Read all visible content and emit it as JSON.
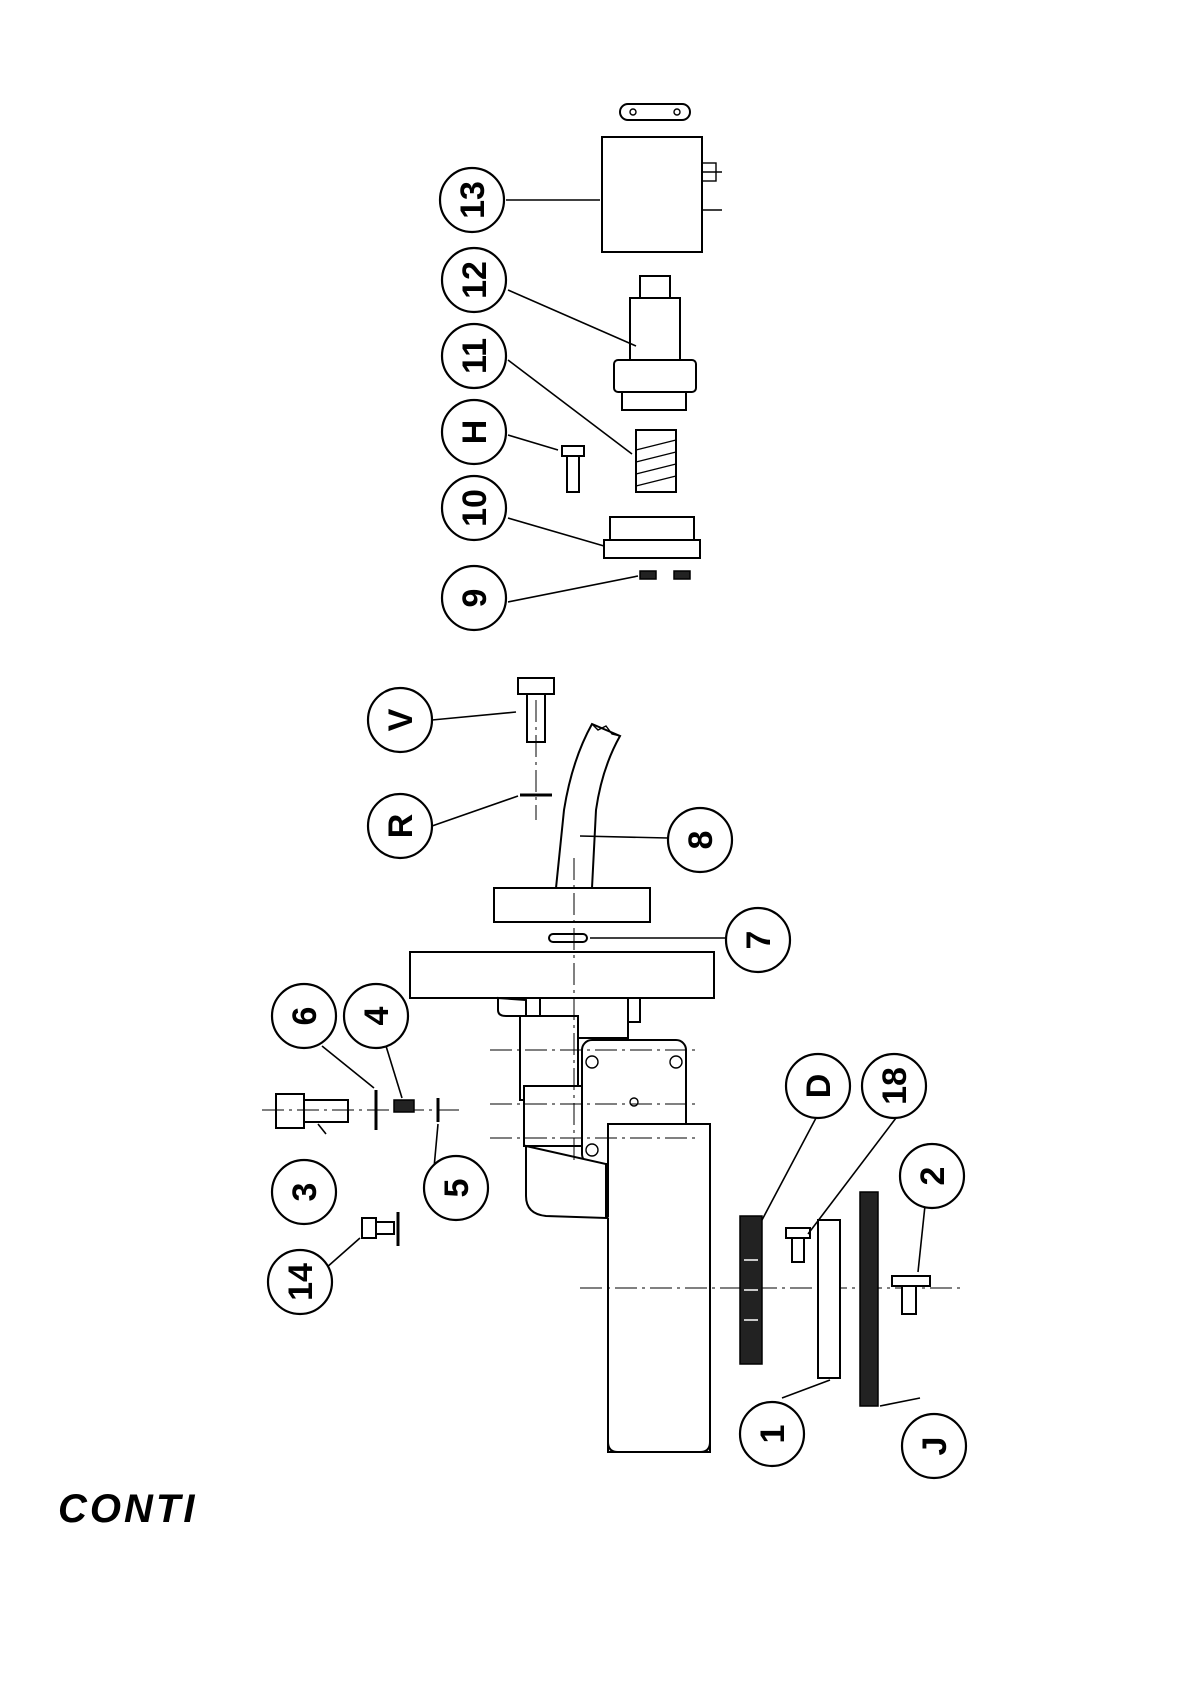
{
  "brand": {
    "logo_text": "CONTI"
  },
  "callouts": [
    {
      "id": "13",
      "label": "13"
    },
    {
      "id": "12",
      "label": "12"
    },
    {
      "id": "11",
      "label": "11"
    },
    {
      "id": "H",
      "label": "H"
    },
    {
      "id": "10",
      "label": "10"
    },
    {
      "id": "9",
      "label": "9"
    },
    {
      "id": "V",
      "label": "V"
    },
    {
      "id": "R",
      "label": "R"
    },
    {
      "id": "8",
      "label": "8"
    },
    {
      "id": "7",
      "label": "7"
    },
    {
      "id": "6",
      "label": "6"
    },
    {
      "id": "4",
      "label": "4"
    },
    {
      "id": "3",
      "label": "3"
    },
    {
      "id": "5",
      "label": "5"
    },
    {
      "id": "14",
      "label": "14"
    },
    {
      "id": "D",
      "label": "D"
    },
    {
      "id": "18",
      "label": "18"
    },
    {
      "id": "2",
      "label": "2"
    },
    {
      "id": "1",
      "label": "1"
    },
    {
      "id": "J",
      "label": "J"
    }
  ]
}
